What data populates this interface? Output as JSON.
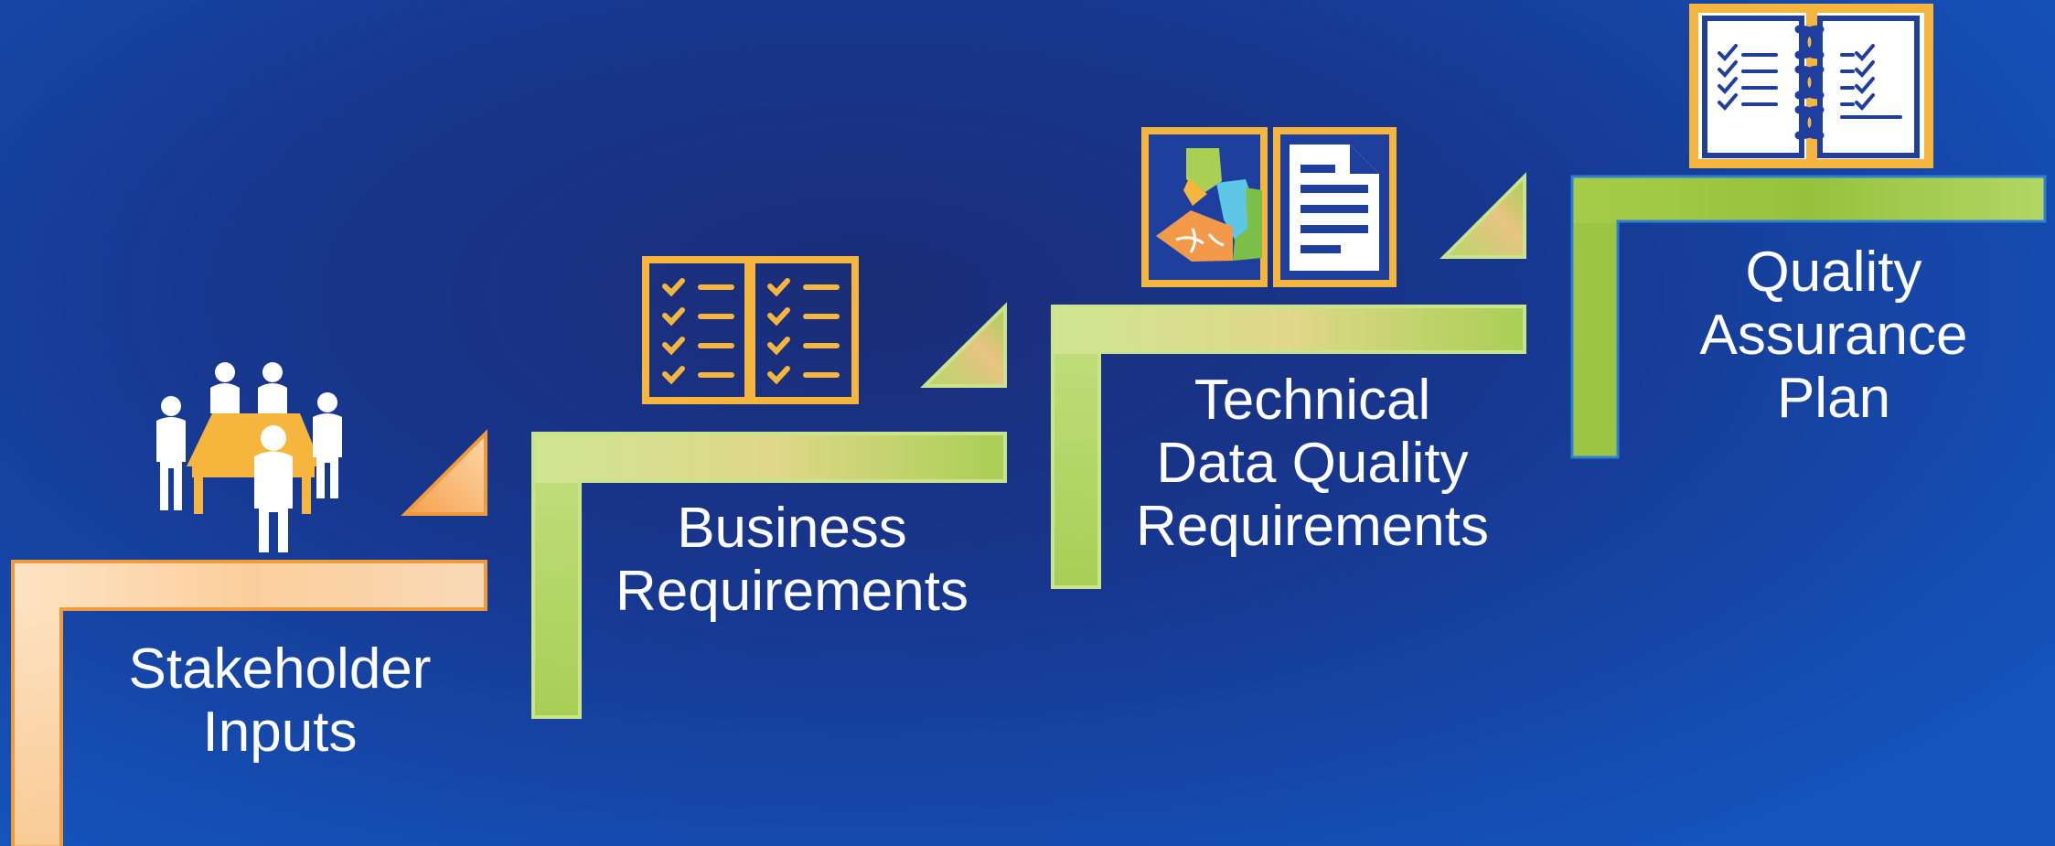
{
  "steps": [
    {
      "id": "stakeholder",
      "line1": "Stakeholder",
      "line2": "Inputs",
      "icon": "meeting-people-icon"
    },
    {
      "id": "business",
      "line1": "Business",
      "line2": "Requirements",
      "icon": "checklist-book-icon"
    },
    {
      "id": "technical",
      "line1": "Technical",
      "line2": "Data Quality",
      "line3": "Requirements",
      "icon": "map-document-icon"
    },
    {
      "id": "qa",
      "line1": "Quality",
      "line2": "Assurance",
      "line3": "Plan",
      "icon": "binder-checklist-icon"
    }
  ],
  "colors": {
    "background": "#17378f",
    "orange_step": "#f6a55a",
    "green_step": "#a8d15a",
    "icon_gold": "#f6b63e",
    "icon_navy": "#1f3f9e",
    "text": "#ffffff"
  }
}
